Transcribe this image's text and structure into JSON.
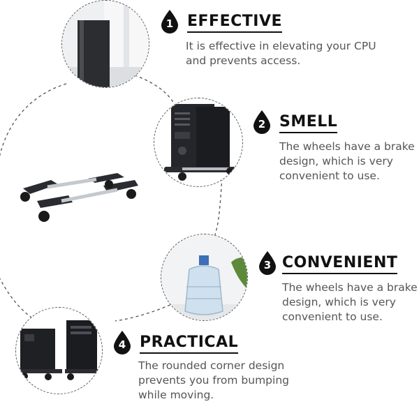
{
  "features": [
    {
      "number": "1",
      "title": "EFFECTIVE",
      "description": "It is effective in elevating your CPU\nand prevents access."
    },
    {
      "number": "2",
      "title": "SMELL",
      "description": "The wheels have a brake\ndesign, which is very\nconvenient to use."
    },
    {
      "number": "3",
      "title": "CONVENIENT",
      "description": "The wheels have a brake\ndesign, which is very\nconvenient to use."
    },
    {
      "number": "4",
      "title": "PRACTICAL",
      "description": "The rounded corner design\nprevents you from bumping\nwhile moving."
    }
  ],
  "icons": {
    "badge": "water-drop-icon"
  },
  "colors": {
    "text_dark": "#111111",
    "text_body": "#555555",
    "dashed_line": "#555555"
  }
}
